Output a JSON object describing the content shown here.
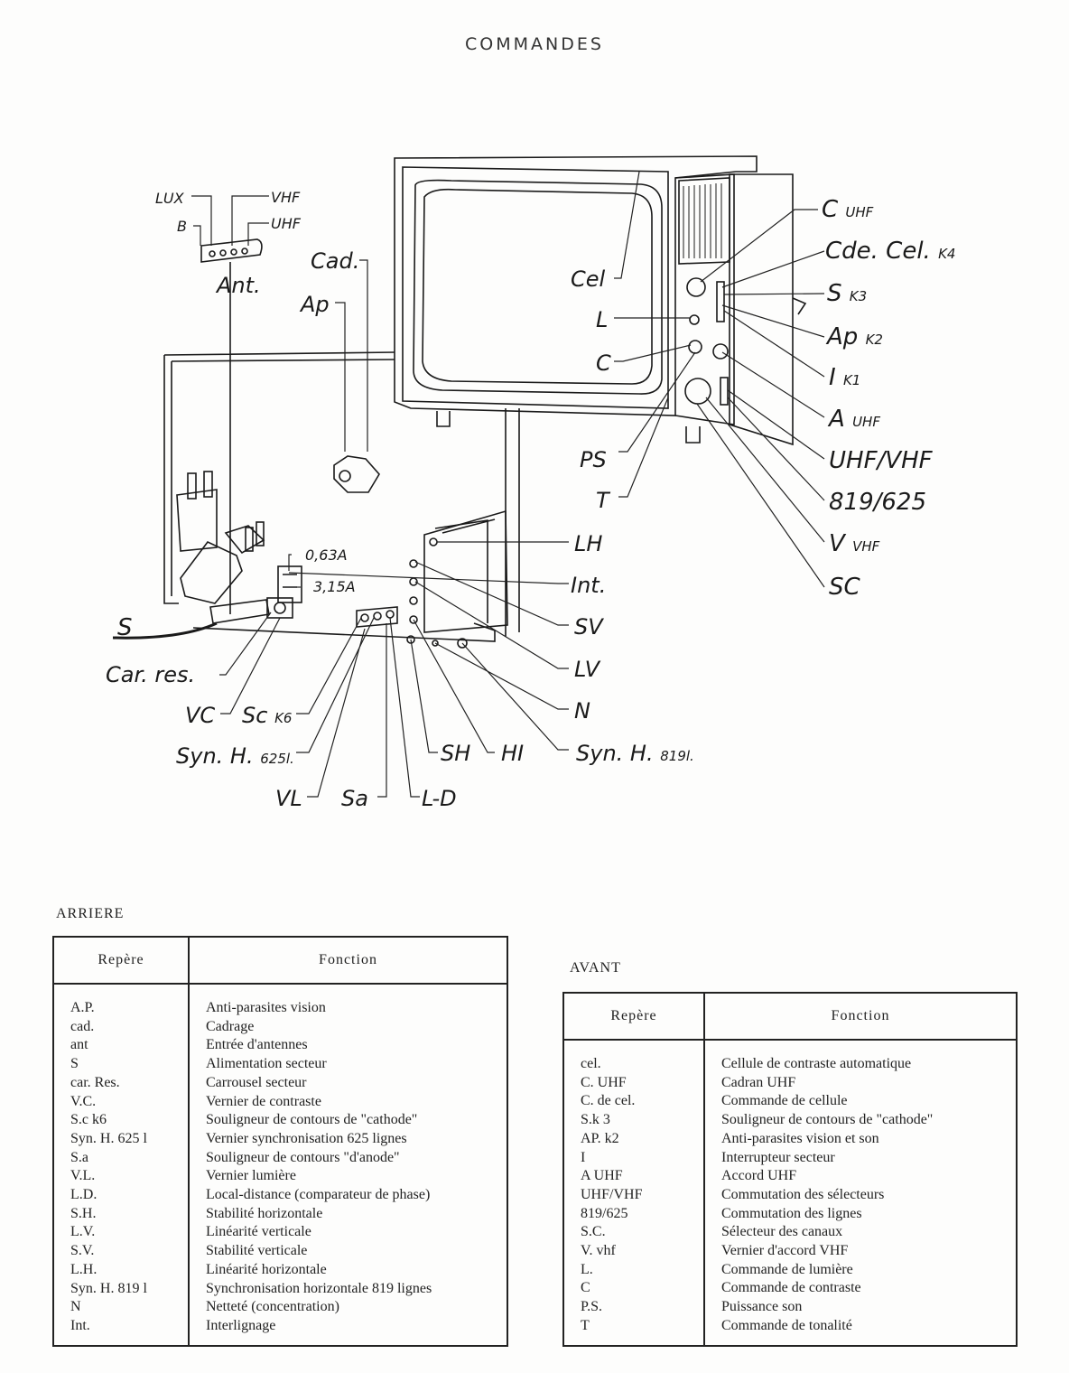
{
  "title": "COMMANDES",
  "diagram": {
    "labels": {
      "lux": "LUX",
      "vhf": "VHF",
      "b": "B",
      "uhf": "UHF",
      "ant": "Ant.",
      "cad": "Cad.",
      "ap": "Ap",
      "cel_screen": "Cel",
      "l": "L",
      "c": "C",
      "ps": "PS",
      "t": "T",
      "fuse1": "0,63A",
      "fuse2": "3,15A",
      "s_cable": "S",
      "car_res": "Car. res.",
      "vc": "VC",
      "sc": "Sc",
      "sc_sub": "K6",
      "syn625": "Syn. H.",
      "syn625_sub": "625l.",
      "vl": "VL",
      "sa": "Sa",
      "ld": "L-D",
      "sh": "SH",
      "hi": "HI",
      "syn819": "Syn. H.",
      "syn819_sub": "819l.",
      "lh": "LH",
      "int": "Int.",
      "sv": "SV",
      "lv": "LV",
      "n": "N",
      "c_uhf": "C",
      "c_uhf_sub": "UHF",
      "cde_cel": "Cde. Cel.",
      "cde_cel_sub": "K4",
      "s_k3": "S",
      "s_k3_sub": "K3",
      "ap_k2": "Ap",
      "ap_k2_sub": "K2",
      "i_k1": "I",
      "i_k1_sub": "K1",
      "a_uhf": "A",
      "a_uhf_sub": "UHF",
      "uhf_vhf": "UHF/VHF",
      "lines": "819/625",
      "v_vhf": "V",
      "v_vhf_sub": "VHF",
      "sc_right": "SC"
    }
  },
  "arriere": {
    "title": "ARRIERE",
    "headers": [
      "Repère",
      "Fonction"
    ],
    "rows": [
      [
        "A.P.",
        "Anti-parasites vision"
      ],
      [
        "cad.",
        "Cadrage"
      ],
      [
        "ant",
        "Entrée d'antennes"
      ],
      [
        "S",
        "Alimentation secteur"
      ],
      [
        "car. Res.",
        "Carrousel secteur"
      ],
      [
        "V.C.",
        "Vernier de contraste"
      ],
      [
        "S.c k6",
        "Souligneur de contours de  \"cathode\""
      ],
      [
        "Syn. H. 625 l",
        "Vernier synchronisation 625 lignes"
      ],
      [
        "S.a",
        "Souligneur de contours  \"d'anode\""
      ],
      [
        "V.L.",
        "Vernier lumière"
      ],
      [
        "L.D.",
        "Local-distance  (comparateur de phase)"
      ],
      [
        "S.H.",
        "Stabilité horizontale"
      ],
      [
        "L.V.",
        "Linéarité verticale"
      ],
      [
        "S.V.",
        "Stabilité verticale"
      ],
      [
        "L.H.",
        "Linéarité horizontale"
      ],
      [
        "Syn. H. 819 l",
        "Synchronisation horizontale 819 lignes"
      ],
      [
        "N",
        "Netteté  (concentration)"
      ],
      [
        "Int.",
        "Interlignage"
      ]
    ]
  },
  "avant": {
    "title": "AVANT",
    "headers": [
      "Repère",
      "Fonction"
    ],
    "rows": [
      [
        "cel.",
        "Cellule de contraste automatique"
      ],
      [
        "C. UHF",
        "Cadran  UHF"
      ],
      [
        "C. de cel.",
        "Commande de cellule"
      ],
      [
        "S.k 3",
        "Souligneur de contours de  \"cathode\""
      ],
      [
        "AP. k2",
        "Anti-parasites vision et son"
      ],
      [
        "I",
        "Interrupteur secteur"
      ],
      [
        "A UHF",
        "Accord  UHF"
      ],
      [
        "UHF/VHF",
        "Commutation des sélecteurs"
      ],
      [
        "819/625",
        "Commutation des lignes"
      ],
      [
        "S.C.",
        "Sélecteur des canaux"
      ],
      [
        "V. vhf",
        "Vernier d'accord  VHF"
      ],
      [
        "L.",
        "Commande de lumière"
      ],
      [
        "C",
        "Commande de contraste"
      ],
      [
        "P.S.",
        "Puissance son"
      ],
      [
        "T",
        "Commande de tonalité"
      ]
    ]
  }
}
